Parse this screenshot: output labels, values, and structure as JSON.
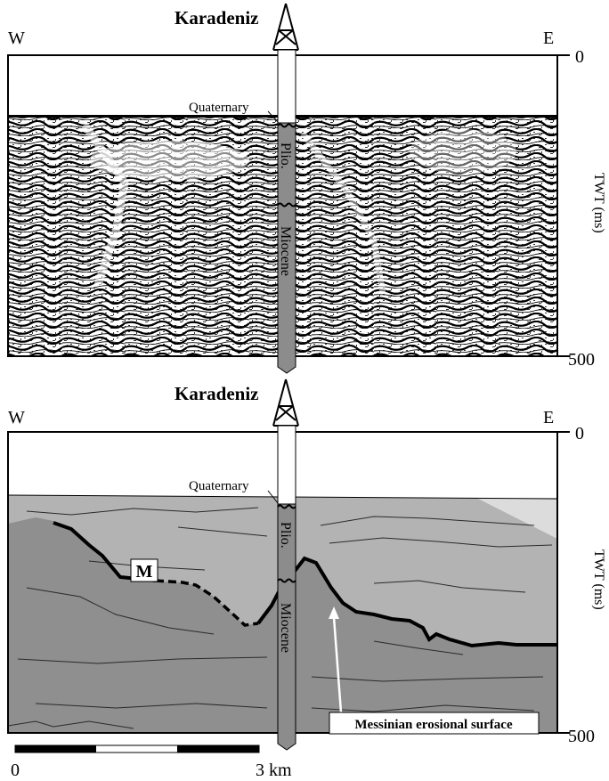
{
  "title": "Karadeniz",
  "compass": {
    "west": "W",
    "east": "E"
  },
  "axis": {
    "label": "TWT (ms)",
    "top_tick": "0",
    "bottom_tick": "500"
  },
  "well": {
    "quaternary": "Quaternary",
    "pliocene": "Plio.",
    "miocene": "Miocene"
  },
  "interpretation": {
    "horizon_label": "M",
    "callout": "Messinian erosional surface"
  },
  "scale_bar": {
    "start": "0",
    "end": "3 km"
  },
  "colors": {
    "quaternary_fill": "#dcdcdc",
    "pliocene_fill": "#b3b3b3",
    "miocene_fill": "#8f8f8f",
    "well_fill": "#8c8c8c"
  }
}
